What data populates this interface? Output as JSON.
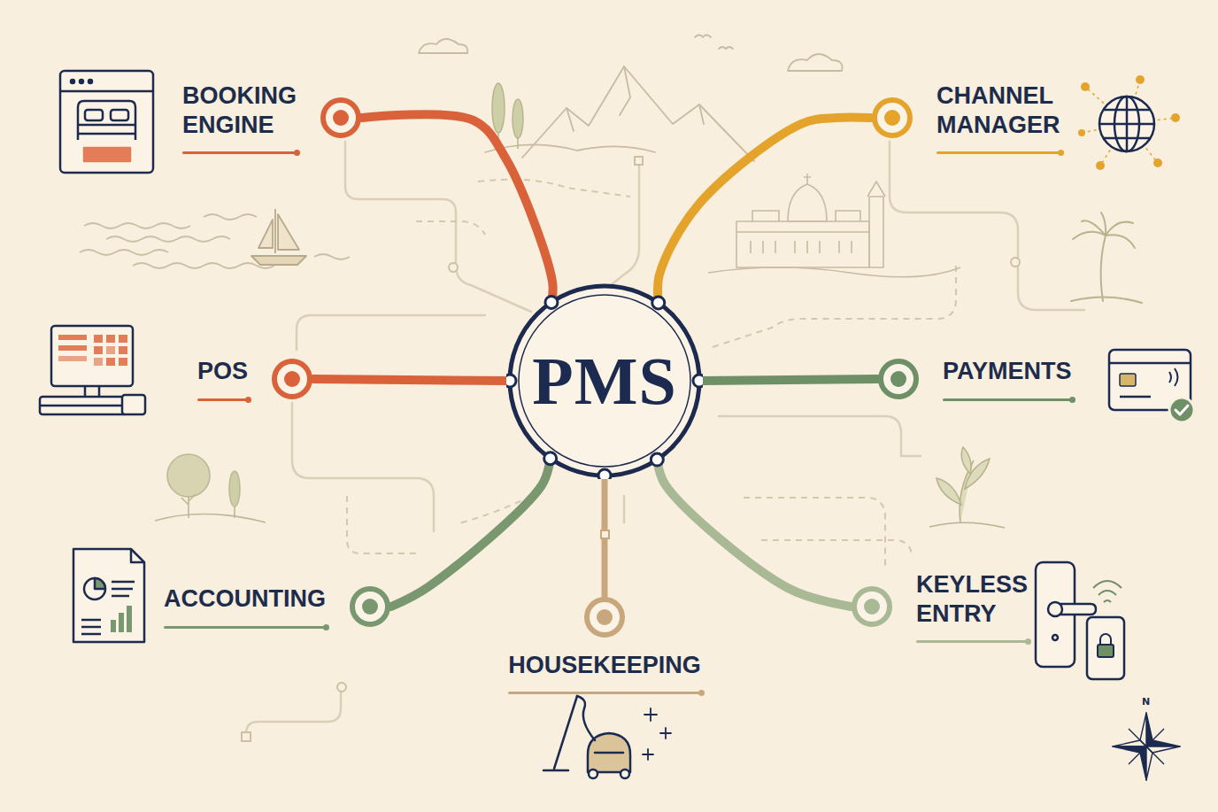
{
  "diagram": {
    "nodes": [
      {
        "text": [
          "BOOKING ENGINE"
        ]
      },
      {
        "text": [
          "CHANNEL MANAGER"
        ]
      },
      {
        "text": [
          "POS"
        ]
      },
      {
        "text": [
          "PMS"
        ]
      },
      {
        "text": [
          "PAYMENTS"
        ]
      },
      {
        "text": [
          "ACCOUNTING"
        ]
      },
      {
        "text": [
          "HOUSEKEEPING"
        ]
      },
      {
        "text": [
          "KEYLESS ENTRY"
        ]
      }
    ],
    "edges": [
      {
        "from": 3,
        "to": 0,
        "arrow": "none"
      },
      {
        "from": 3,
        "to": 1,
        "arrow": "none"
      },
      {
        "from": 3,
        "to": 2,
        "arrow": "none"
      },
      {
        "from": 3,
        "to": 4,
        "arrow": "none"
      },
      {
        "from": 3,
        "to": 5,
        "arrow": "none"
      },
      {
        "from": 3,
        "to": 6,
        "arrow": "none"
      },
      {
        "from": 3,
        "to": 7,
        "arrow": "none"
      }
    ],
    "labels": [
      "N"
    ]
  }
}
